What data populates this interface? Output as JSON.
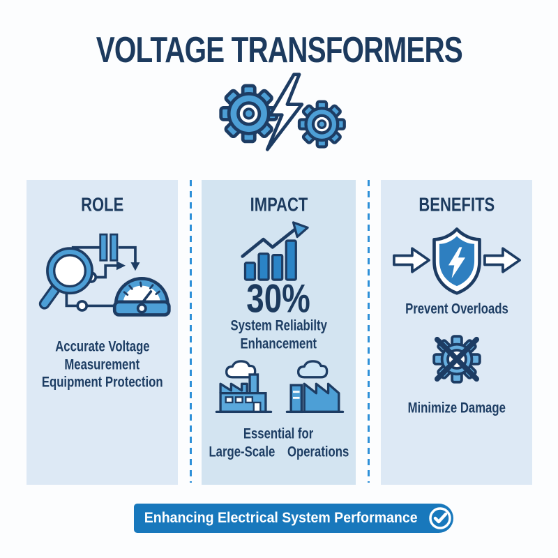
{
  "title": "VOLTAGE TRANSFORMERS",
  "header": {
    "icon": "gears-lightning-icon"
  },
  "columns": {
    "role": {
      "header": "ROLE",
      "icon": "magnifier-flow-gauge-icon",
      "lines": [
        "Accurate Voltage",
        "Measurement",
        "Equipment Protection"
      ]
    },
    "impact": {
      "header": "IMPACT",
      "icon": "growth-bar-chart-icon",
      "stat_value": "30%",
      "stat_lines": [
        "System Reliabilty",
        "Enhancement"
      ],
      "icon2": "factories-icon",
      "lines": [
        "Essential for",
        "Large-Scale",
        "Operations"
      ]
    },
    "benefits": {
      "header": "BENEFITS",
      "icon": "shield-lightning-arrows-icon",
      "caption1": "Prevent Overloads",
      "icon2": "crossed-gear-icon",
      "caption2": "Minimize Damage"
    }
  },
  "footer": {
    "label": "Enhancing Electrical System Performance",
    "icon": "check-circle-icon"
  },
  "colors": {
    "navy_text": "#1c3a5e",
    "icon_outline": "#1d3c63",
    "icon_blue": "#4d9fd6",
    "bar_blue": "#2b84c6",
    "shield_blue": "#2e7fc0",
    "banner_blue": "#1878bc",
    "column_bg": "#dde9f5",
    "column_bg_middle": "#d3e4f1",
    "dash_blue": "#2e90d8",
    "page_bg": "#fcfdfe"
  }
}
